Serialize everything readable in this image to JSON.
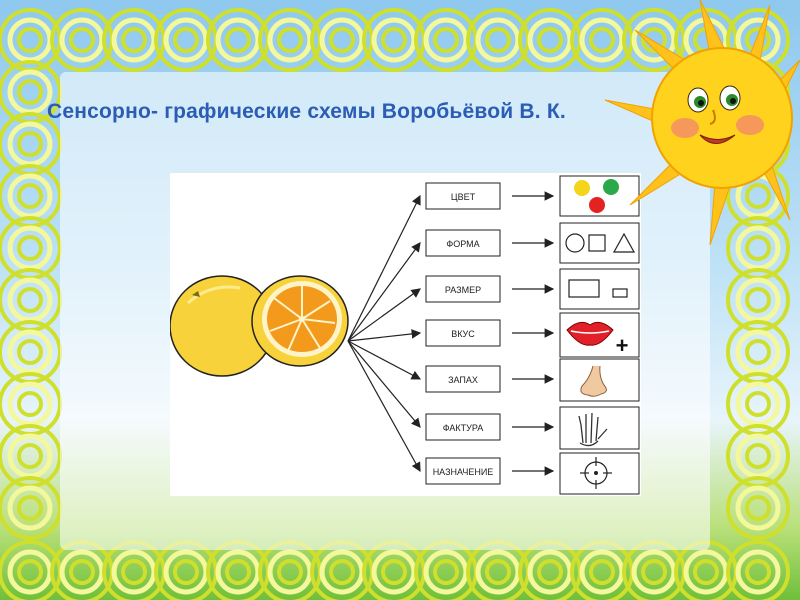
{
  "title": "Сенсорно- графические схемы Воробьёвой В. К.",
  "diagram": {
    "features": [
      {
        "label": "ЦВЕТ",
        "icon": "colored-circles-icon"
      },
      {
        "label": "ФОРМА",
        "icon": "shapes-icon"
      },
      {
        "label": "РАЗМЕР",
        "icon": "size-rectangles-icon"
      },
      {
        "label": "ВКУС",
        "icon": "lips-plus-icon"
      },
      {
        "label": "ЗАПАХ",
        "icon": "nose-icon"
      },
      {
        "label": "ФАКТУРА",
        "icon": "hand-icon"
      },
      {
        "label": "НАЗНАЧЕНИЕ",
        "icon": "target-icon"
      }
    ],
    "taste_sign": "+"
  },
  "colors": {
    "title": "#2b5db5",
    "fruit": "#f7d23b",
    "fruit_cut": "#f39a1d",
    "circle_yellow": "#f5d51b",
    "circle_green": "#2aa84a",
    "circle_red": "#e32222",
    "lips": "#e2202a"
  }
}
